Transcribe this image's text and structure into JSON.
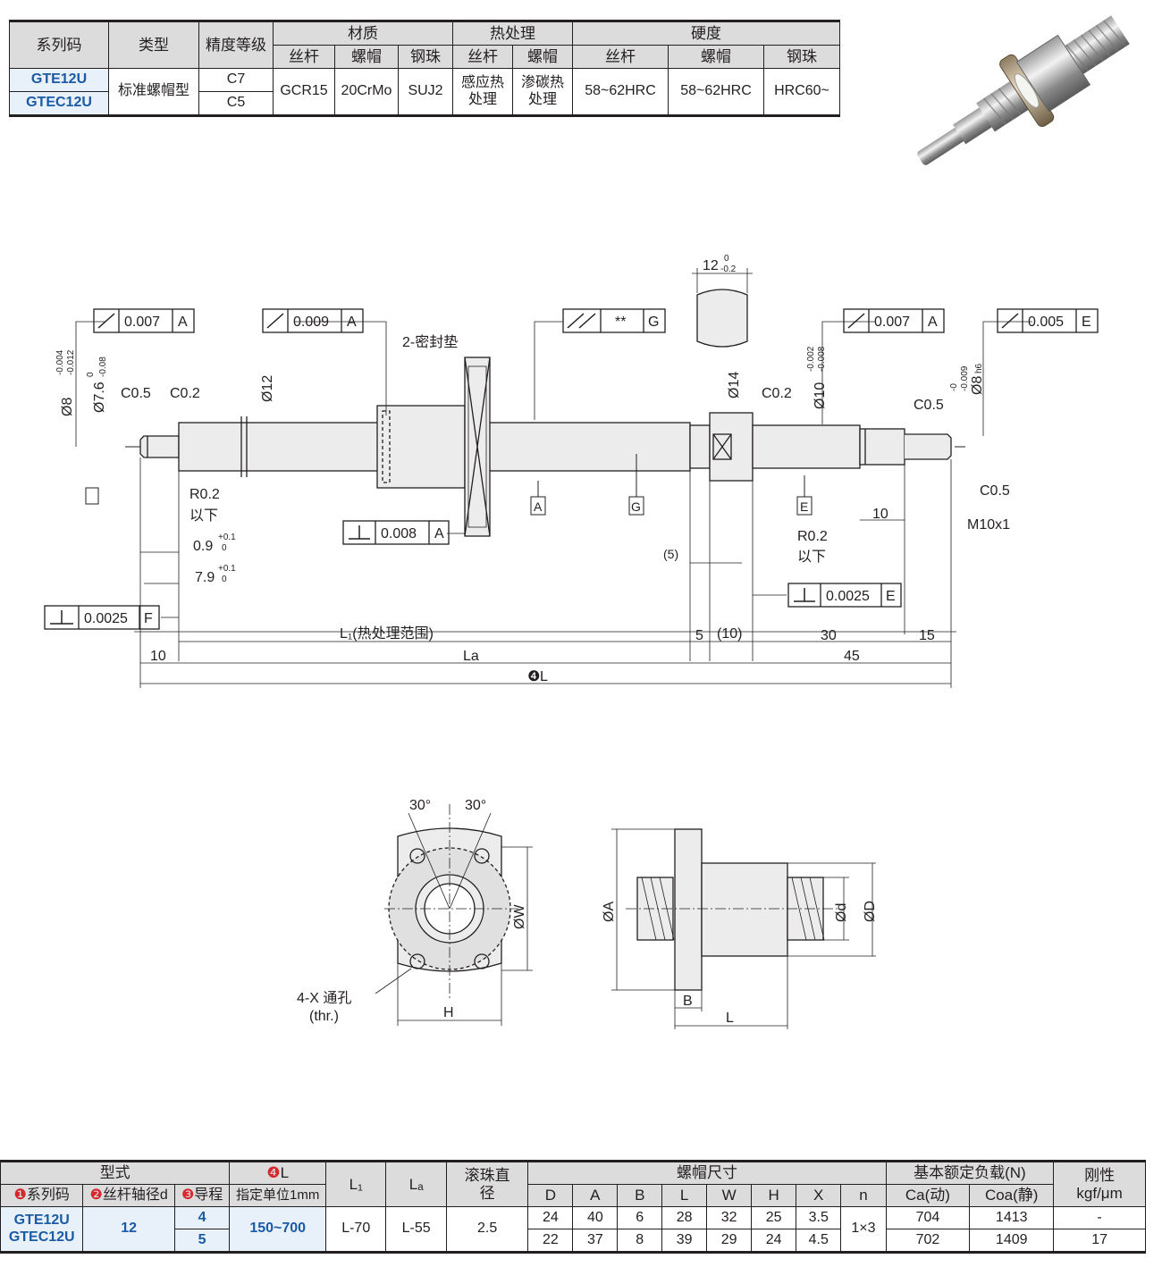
{
  "top_table": {
    "headers": {
      "series_code": "系列码",
      "type": "类型",
      "precision": "精度等级",
      "material": "材质",
      "heat_treatment": "热处理",
      "hardness": "硬度",
      "screw": "丝杆",
      "nut": "螺帽",
      "ball": "钢珠"
    },
    "rows": {
      "codes": [
        "GTE12U",
        "GTEC12U"
      ],
      "type": "标准螺帽型",
      "precision": [
        "C7",
        "C5"
      ],
      "material_screw": "GCR15",
      "material_nut": "20CrMo",
      "material_ball": "SUJ2",
      "heat_screw": "感应热处理",
      "heat_nut": "渗碳热处理",
      "hard_screw": "58~62HRC",
      "hard_nut": "58~62HRC",
      "hard_ball": "HRC60~"
    }
  },
  "drawing": {
    "fcf": [
      "0.007",
      "A",
      "0.009",
      "A",
      "**",
      "G",
      "0.007",
      "A",
      "0.005",
      "E",
      "0.008",
      "A",
      "0.0025",
      "E",
      "0.0025",
      "F"
    ],
    "labels": {
      "seal": "2-密封垫",
      "flat": "12",
      "flat_tol_up": "0",
      "flat_tol_lo": "-0.2",
      "d8": "Ø8",
      "d8_tol_up": "-0.004",
      "d8_tol_lo": "-0.012",
      "d76": "Ø7.6",
      "d76_tol_up": "0",
      "d76_tol_lo": "-0.08",
      "c05": "C0.5",
      "c02": "C0.2",
      "d12": "Ø12",
      "d14": "Ø14",
      "d10": "Ø10",
      "d10_tol_up": "-0.002",
      "d10_tol_lo": "-0.008",
      "d8h6": "Ø8",
      "d8h6_fit": "h6",
      "d8h6_tol_up": "-0",
      "d8h6_tol_lo": "-0.009",
      "r02": "R0.2",
      "below": "以下",
      "dim_09": "0.9",
      "dim_79": "7.9",
      "tol_p01": "+0.1",
      "tol_0": "0",
      "dim_5p": "(5)",
      "dim_10": "10",
      "m10": "M10x1",
      "l1": "L₁(热处理范围)",
      "la": "La",
      "l": "L",
      "num4": "❹",
      "d5": "5",
      "d10p": "(10)",
      "d30": "30",
      "d15": "15",
      "d45": "45",
      "datum_a": "A",
      "datum_g": "G",
      "datum_e": "E"
    },
    "nut_labels": {
      "a30": "30°",
      "w": "ØW",
      "h": "H",
      "holes": "4-X 通孔",
      "thr": "(thr.)",
      "a": "ØA",
      "d": "Ød",
      "dd": "ØD",
      "b": "B",
      "l": "L"
    }
  },
  "spec_table": {
    "headers": {
      "model": "型式",
      "l_unit": "指定单位1mm",
      "l": "L",
      "l1": "L₁",
      "la": "Lₐ",
      "ball_dia": "滚珠直径",
      "nut_dim": "螺帽尺寸",
      "load": "基本额定负载(N)",
      "stiff": "刚性",
      "stiff_unit": "kgf/μm",
      "series": "系列码",
      "shaft": "丝杆轴径d",
      "lead": "导程",
      "cols": [
        "D",
        "A",
        "B",
        "L",
        "W",
        "H",
        "X",
        "n"
      ],
      "ca": "Ca(动)",
      "coa": "Coa(静)"
    },
    "nums": [
      "❶",
      "❷",
      "❸",
      "❹"
    ],
    "codes": [
      "GTE12U",
      "GTEC12U"
    ],
    "d": "12",
    "leads": [
      "4",
      "5"
    ],
    "l_range": "150~700",
    "l1": "L-70",
    "la": "L-55",
    "ball": "2.5",
    "n": "1×3",
    "rows": [
      {
        "D": "24",
        "A": "40",
        "B": "6",
        "L": "28",
        "W": "32",
        "H": "25",
        "X": "3.5",
        "Ca": "704",
        "Coa": "1413",
        "stiff": "-"
      },
      {
        "D": "22",
        "A": "37",
        "B": "8",
        "L": "39",
        "W": "29",
        "H": "24",
        "X": "4.5",
        "Ca": "702",
        "Coa": "1409",
        "stiff": "17"
      }
    ]
  }
}
